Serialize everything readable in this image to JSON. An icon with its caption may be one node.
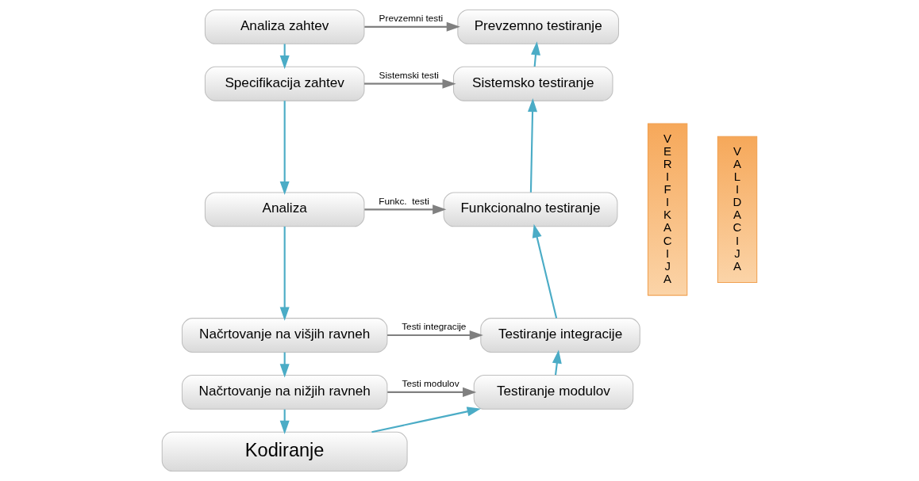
{
  "diagram": {
    "nodes": [
      {
        "text": [
          "Analiza zahtev"
        ]
      },
      {
        "text": [
          "Specifikacija zahtev"
        ]
      },
      {
        "text": [
          "Analiza"
        ]
      },
      {
        "text": [
          "Načrtovanje na višjih ravneh"
        ]
      },
      {
        "text": [
          "Načrtovanje na nižjih ravneh"
        ]
      },
      {
        "text": [
          "Kodiranje"
        ]
      },
      {
        "text": [
          "Testiranje modulov"
        ]
      },
      {
        "text": [
          "Testiranje integracije"
        ]
      },
      {
        "text": [
          "Funkcionalno testiranje"
        ]
      },
      {
        "text": [
          "Sistemsko testiranje"
        ]
      },
      {
        "text": [
          "Prevzemno testiranje"
        ]
      },
      {
        "text": [
          "VERIFIKACIJA"
        ]
      },
      {
        "text": [
          "VALIDACIJA"
        ]
      }
    ],
    "edges": [
      {
        "from": 0,
        "to": 1,
        "arrow": "to"
      },
      {
        "from": 1,
        "to": 2,
        "arrow": "to"
      },
      {
        "from": 2,
        "to": 3,
        "arrow": "to"
      },
      {
        "from": 3,
        "to": 4,
        "arrow": "to"
      },
      {
        "from": 4,
        "to": 5,
        "arrow": "to"
      },
      {
        "from": 5,
        "to": 6,
        "arrow": "to"
      },
      {
        "from": 6,
        "to": 7,
        "arrow": "to"
      },
      {
        "from": 7,
        "to": 8,
        "arrow": "to"
      },
      {
        "from": 8,
        "to": 9,
        "arrow": "to"
      },
      {
        "from": 9,
        "to": 10,
        "arrow": "to"
      },
      {
        "from": 0,
        "to": 10,
        "arrow": "to",
        "label": "Prevzemni testi",
        "color": "#808080"
      },
      {
        "from": 1,
        "to": 9,
        "arrow": "to",
        "label": "Sistemski testi",
        "color": "#808080"
      },
      {
        "from": 2,
        "to": 8,
        "arrow": "to",
        "label": "Funkc.  testi",
        "color": "#808080"
      },
      {
        "from": 3,
        "to": 7,
        "arrow": "to",
        "label": "Testi integracije",
        "color": "#808080"
      },
      {
        "from": 4,
        "to": 6,
        "arrow": "to",
        "label": "Testi modulov",
        "color": "#808080"
      }
    ]
  }
}
